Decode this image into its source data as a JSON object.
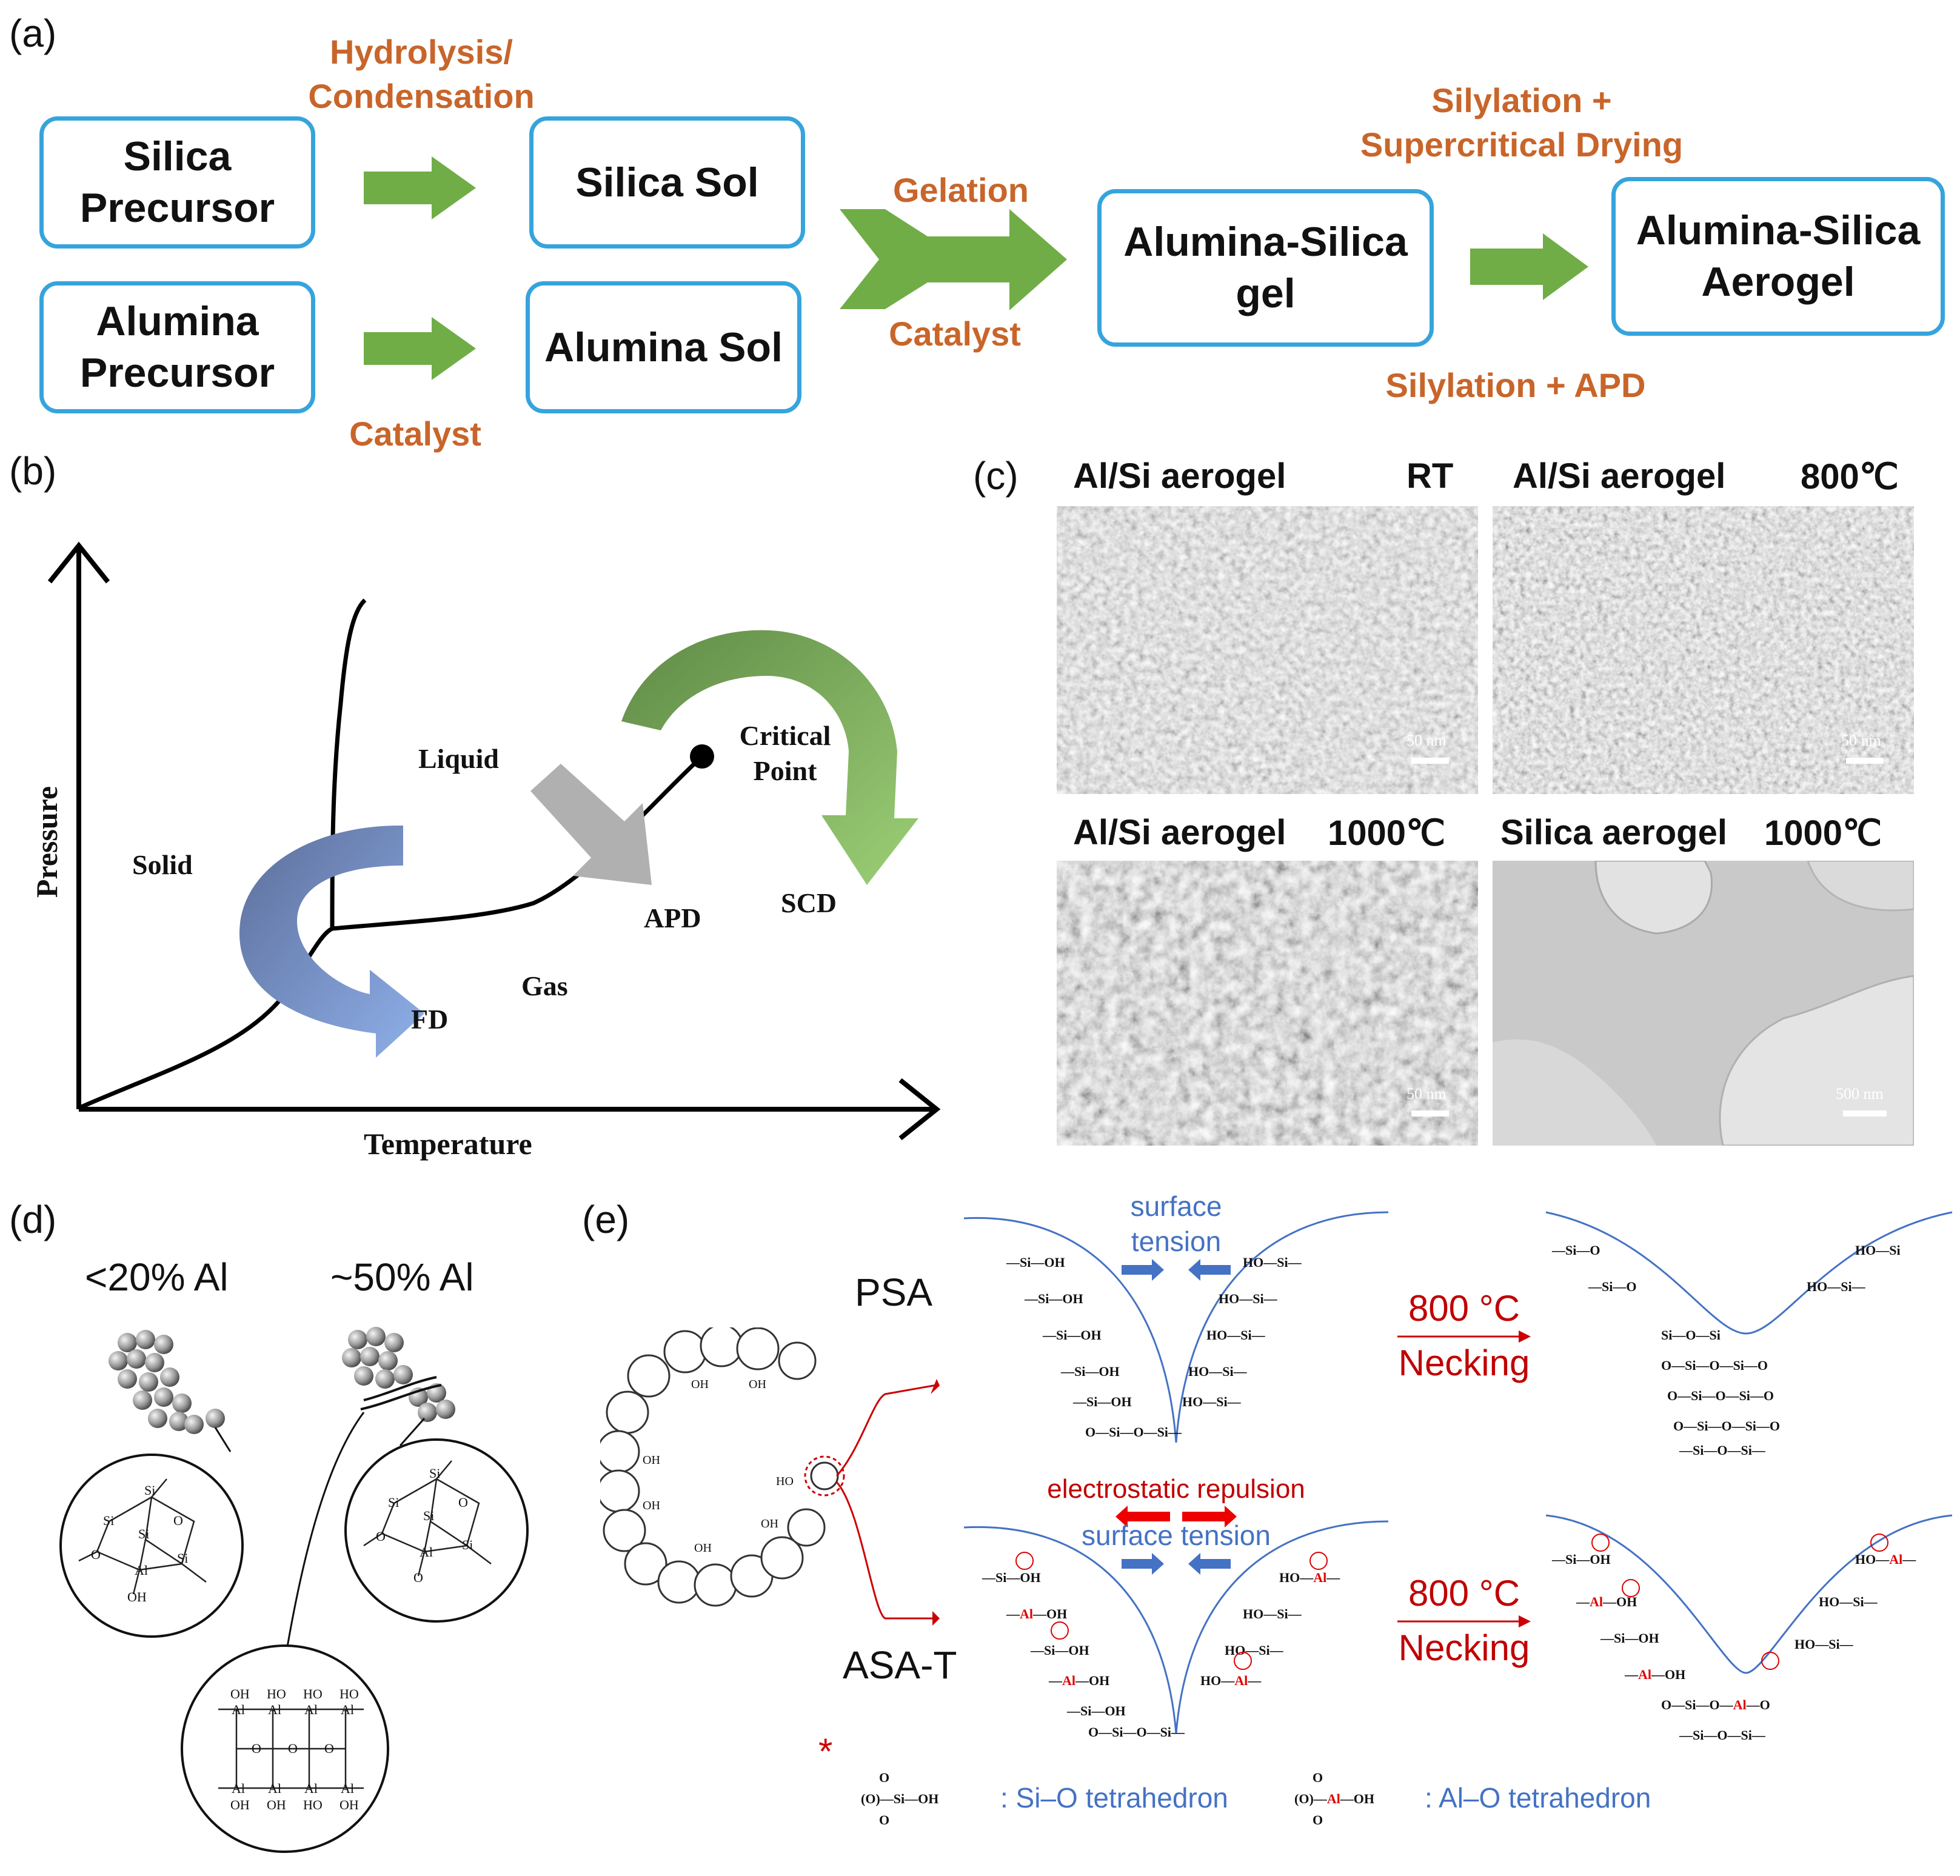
{
  "panels": {
    "a": "(a)",
    "b": "(b)",
    "c": "(c)",
    "d": "(d)",
    "e": "(e)"
  },
  "panel_a": {
    "boxes": {
      "silica_precursor": "Silica\nPrecursor",
      "alumina_precursor": "Alumina\nPrecursor",
      "silica_sol": "Silica Sol",
      "alumina_sol": "Alumina Sol",
      "gel": "Alumina-Silica\ngel",
      "aerogel": "Alumina-Silica\nAerogel"
    },
    "labels": {
      "hydrolysis": "Hydrolysis/\nCondensation",
      "catalyst_bottom": "Catalyst",
      "gelation": "Gelation",
      "catalyst_mid": "Catalyst",
      "silylation_scd": "Silylation +\nSupercritical Drying",
      "silylation_apd": "Silylation + APD"
    },
    "arrow_color": "#70ad47",
    "box_border_color": "#36a4dc",
    "label_color": "#c8652a"
  },
  "panel_b": {
    "axis_y": "Pressure",
    "axis_x": "Temperature",
    "regions": {
      "solid": "Solid",
      "liquid": "Liquid",
      "gas": "Gas"
    },
    "critical_point": "Critical\nPoint",
    "arrows": {
      "fd": "FD",
      "apd": "APD",
      "scd": "SCD"
    }
  },
  "panel_c": {
    "images": [
      {
        "title": "Al/Si aerogel",
        "condition": "RT",
        "scale": "50 nm"
      },
      {
        "title": "Al/Si aerogel",
        "condition": "800℃",
        "scale": "50 nm"
      },
      {
        "title": "Al/Si aerogel",
        "condition": "1000℃",
        "scale": "50 nm"
      },
      {
        "title": "Silica aerogel",
        "condition": "1000℃",
        "scale": "500 nm"
      }
    ]
  },
  "panel_d": {
    "low_al": "<20% Al",
    "high_al": "~50% Al"
  },
  "panel_e": {
    "psa": "PSA",
    "asa_t": "ASA-T",
    "surface_tension": "surface\ntension",
    "surface_tension_2": "surface tension",
    "electrostatic": "electrostatic repulsion",
    "temp_1": "800 °C",
    "necking_1": "Necking",
    "temp_2": "800 °C",
    "necking_2": "Necking",
    "asterisk": "*",
    "legend_si": ": Si–O tetrahedron",
    "legend_al": ": Al–O tetrahedron"
  }
}
